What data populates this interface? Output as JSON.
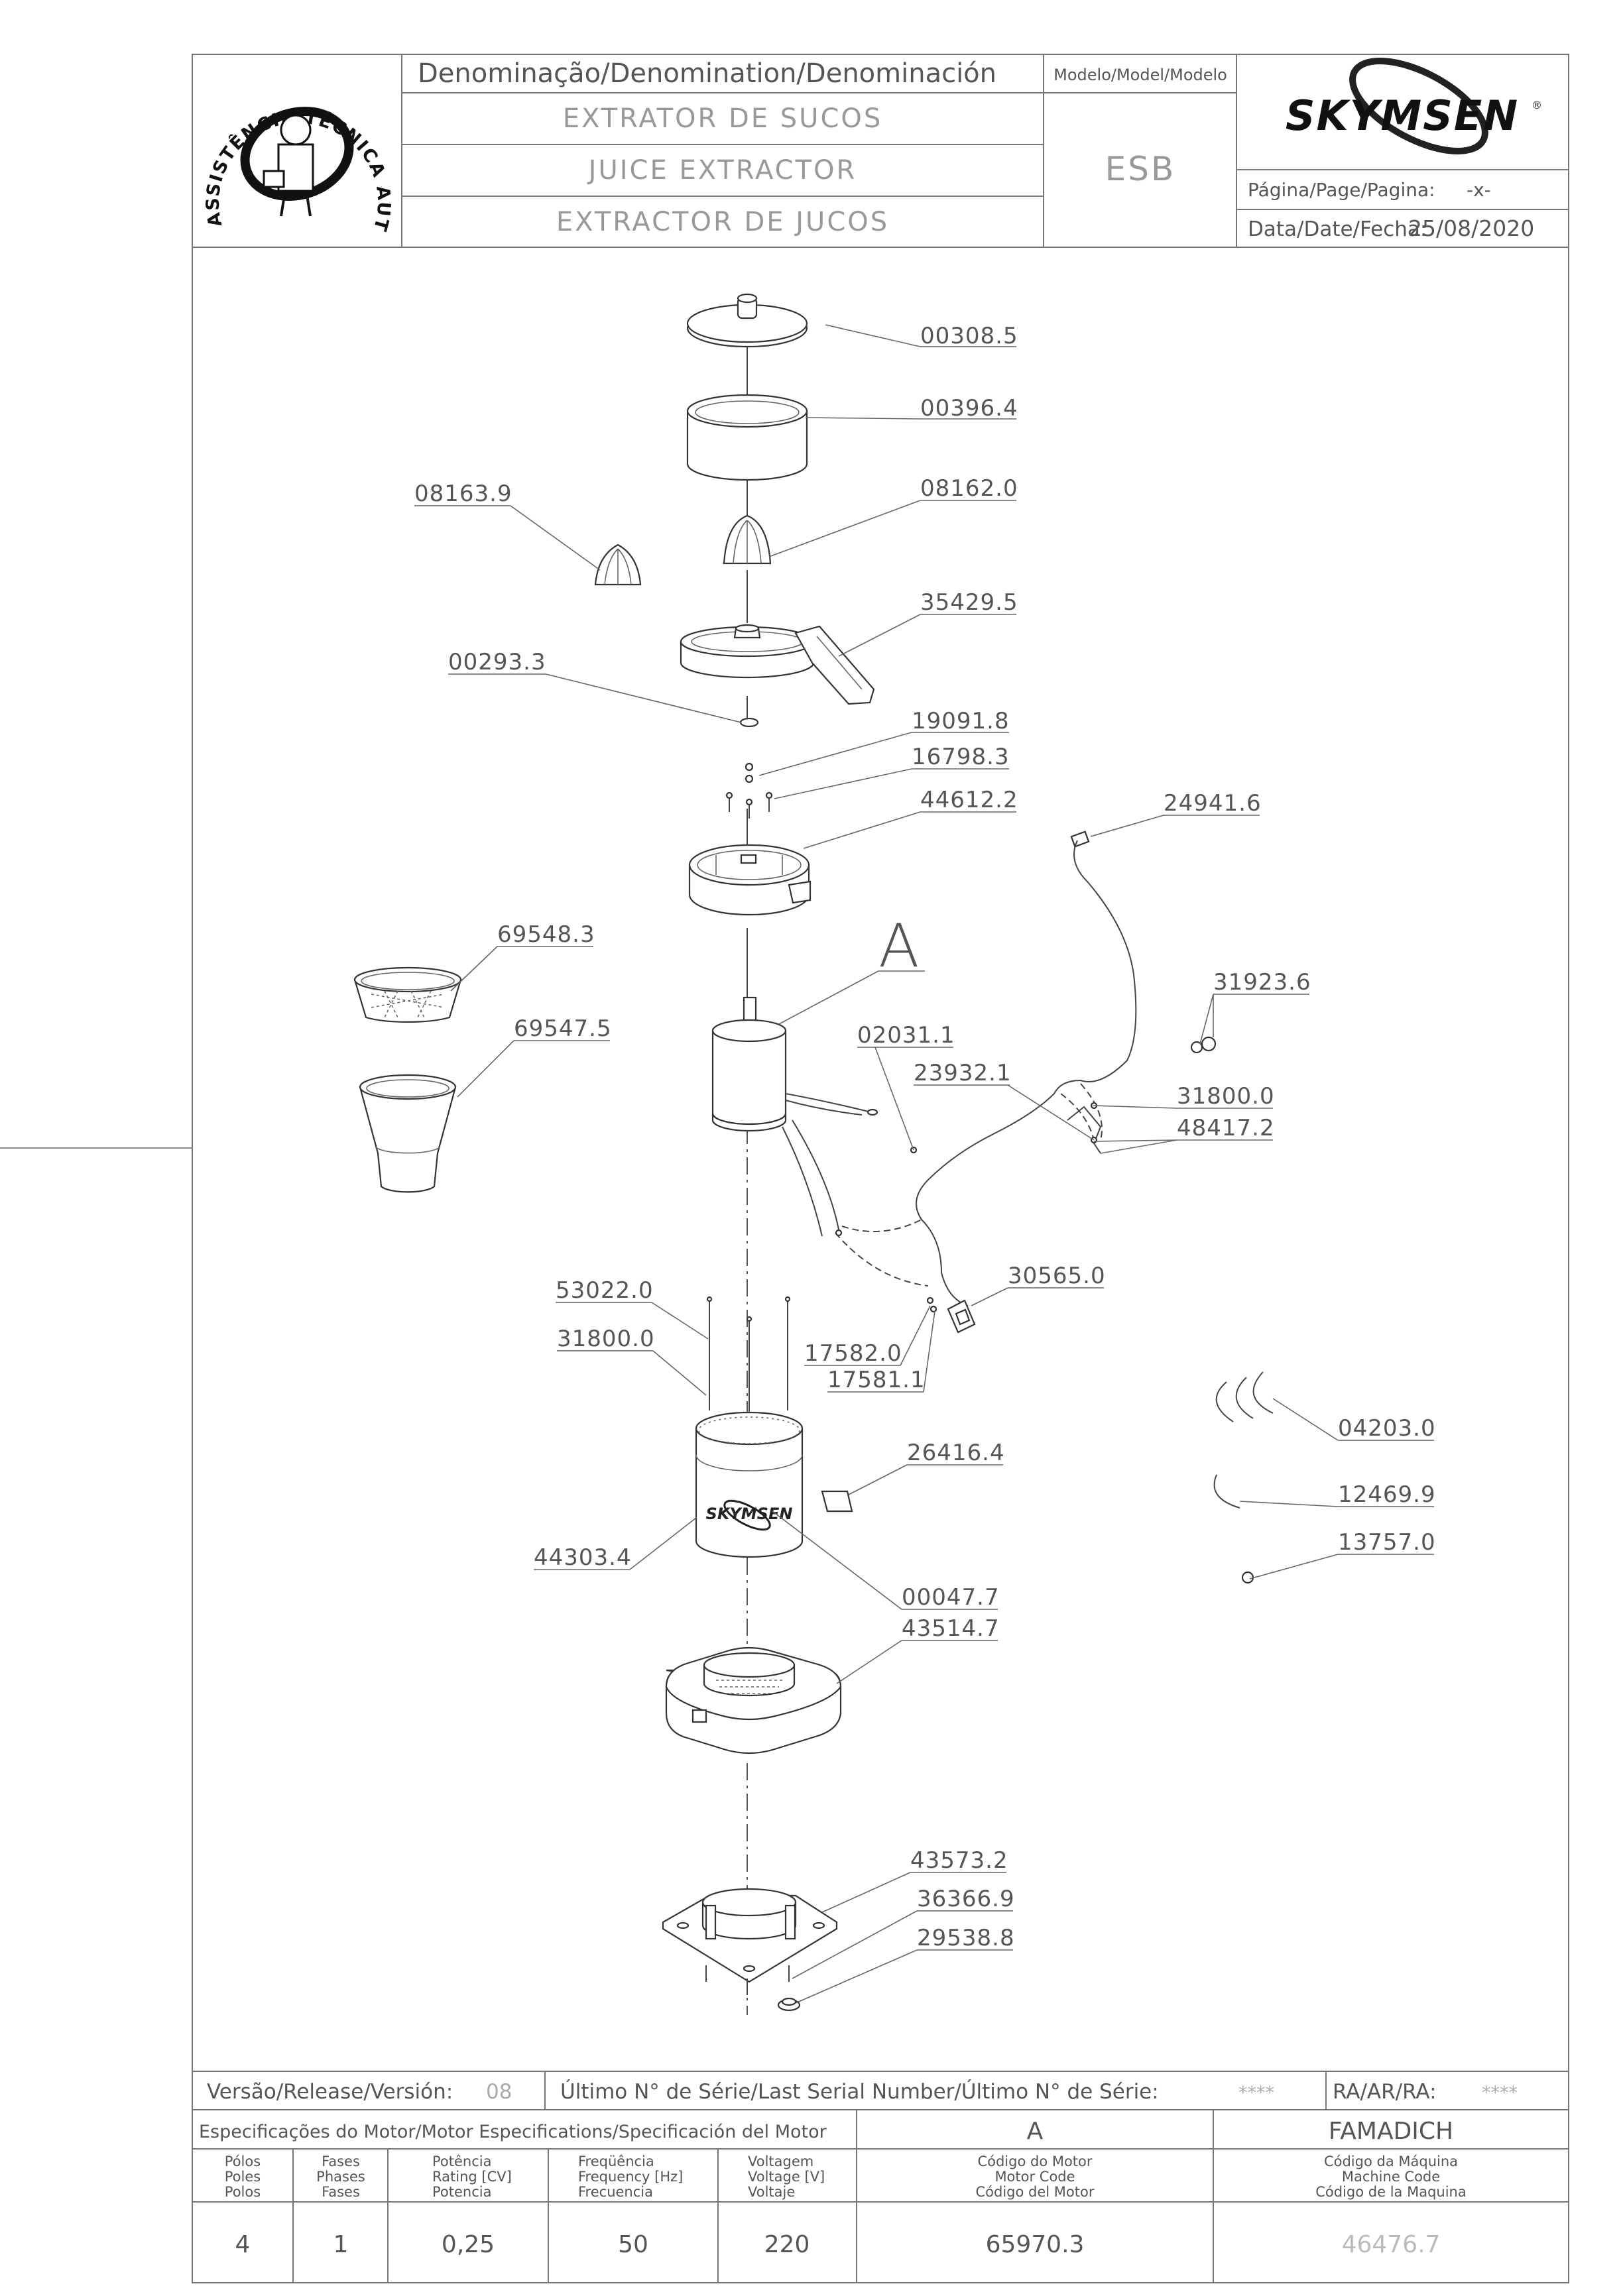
{
  "header": {
    "denomination_label": "Denominação/Denomination/Denominación",
    "model_label": "Modelo/Model/Modelo",
    "name_pt": "EXTRATOR DE SUCOS",
    "name_en": "JUICE EXTRACTOR",
    "name_es": "EXTRACTOR DE JUCOS",
    "model": "ESB",
    "brand": "SKYMSEN",
    "page_label": "Página/Page/Pagina:",
    "page_value": "-x-",
    "date_label": "Data/Date/Fecha:",
    "date_value": "25/08/2020",
    "seal_text": "ASSISTÊNCIA TÉCNICA AUTORIZADA"
  },
  "diagram": {
    "section_letter": "A",
    "housing_brand": "SKYMSEN",
    "parts": [
      "00308.5",
      "00396.4",
      "08163.9",
      "08162.0",
      "35429.5",
      "00293.3",
      "19091.8",
      "16798.3",
      "44612.2",
      "24941.6",
      "69548.3",
      "69547.5",
      "31923.6",
      "02031.1",
      "23932.1",
      "31800.0",
      "48417.2",
      "30565.0",
      "53022.0",
      "31800.0",
      "17582.0",
      "17581.1",
      "04203.0",
      "26416.4",
      "12469.9",
      "44303.4",
      "13757.0",
      "00047.7",
      "43514.7",
      "43573.2",
      "36366.9",
      "29538.8"
    ]
  },
  "footer": {
    "version_label": "Versão/Release/Versión:",
    "version_value": "08",
    "serial_label": "Último N° de Série/Last Serial Number/Último N° de Série:",
    "serial_value": "****",
    "ra_label": "RA/AR/RA:",
    "ra_value": "****",
    "motor_spec_label": "Especificações do Motor/Motor Especifications/Specificación del Motor",
    "motor_letter": "A",
    "manufacturer": "FAMADICH",
    "columns": [
      {
        "lines": [
          "Pólos",
          "Poles",
          "Polos"
        ],
        "value": "4"
      },
      {
        "lines": [
          "Fases",
          "Phases",
          "Fases"
        ],
        "value": "1"
      },
      {
        "lines": [
          "Potência",
          "Rating [CV]",
          "Potencia"
        ],
        "value": "0,25"
      },
      {
        "lines": [
          "Freqüência",
          "Frequency [Hz]",
          "Frecuencia"
        ],
        "value": "50"
      },
      {
        "lines": [
          "Voltagem",
          "Voltage [V]",
          "Voltaje"
        ],
        "value": "220"
      },
      {
        "lines": [
          "Código do Motor",
          "Motor Code",
          "Código del Motor"
        ],
        "value": "65970.3"
      },
      {
        "lines": [
          "Código da Máquina",
          "Machine Code",
          "Código de la Maquina"
        ],
        "value": "46476.7"
      }
    ]
  }
}
